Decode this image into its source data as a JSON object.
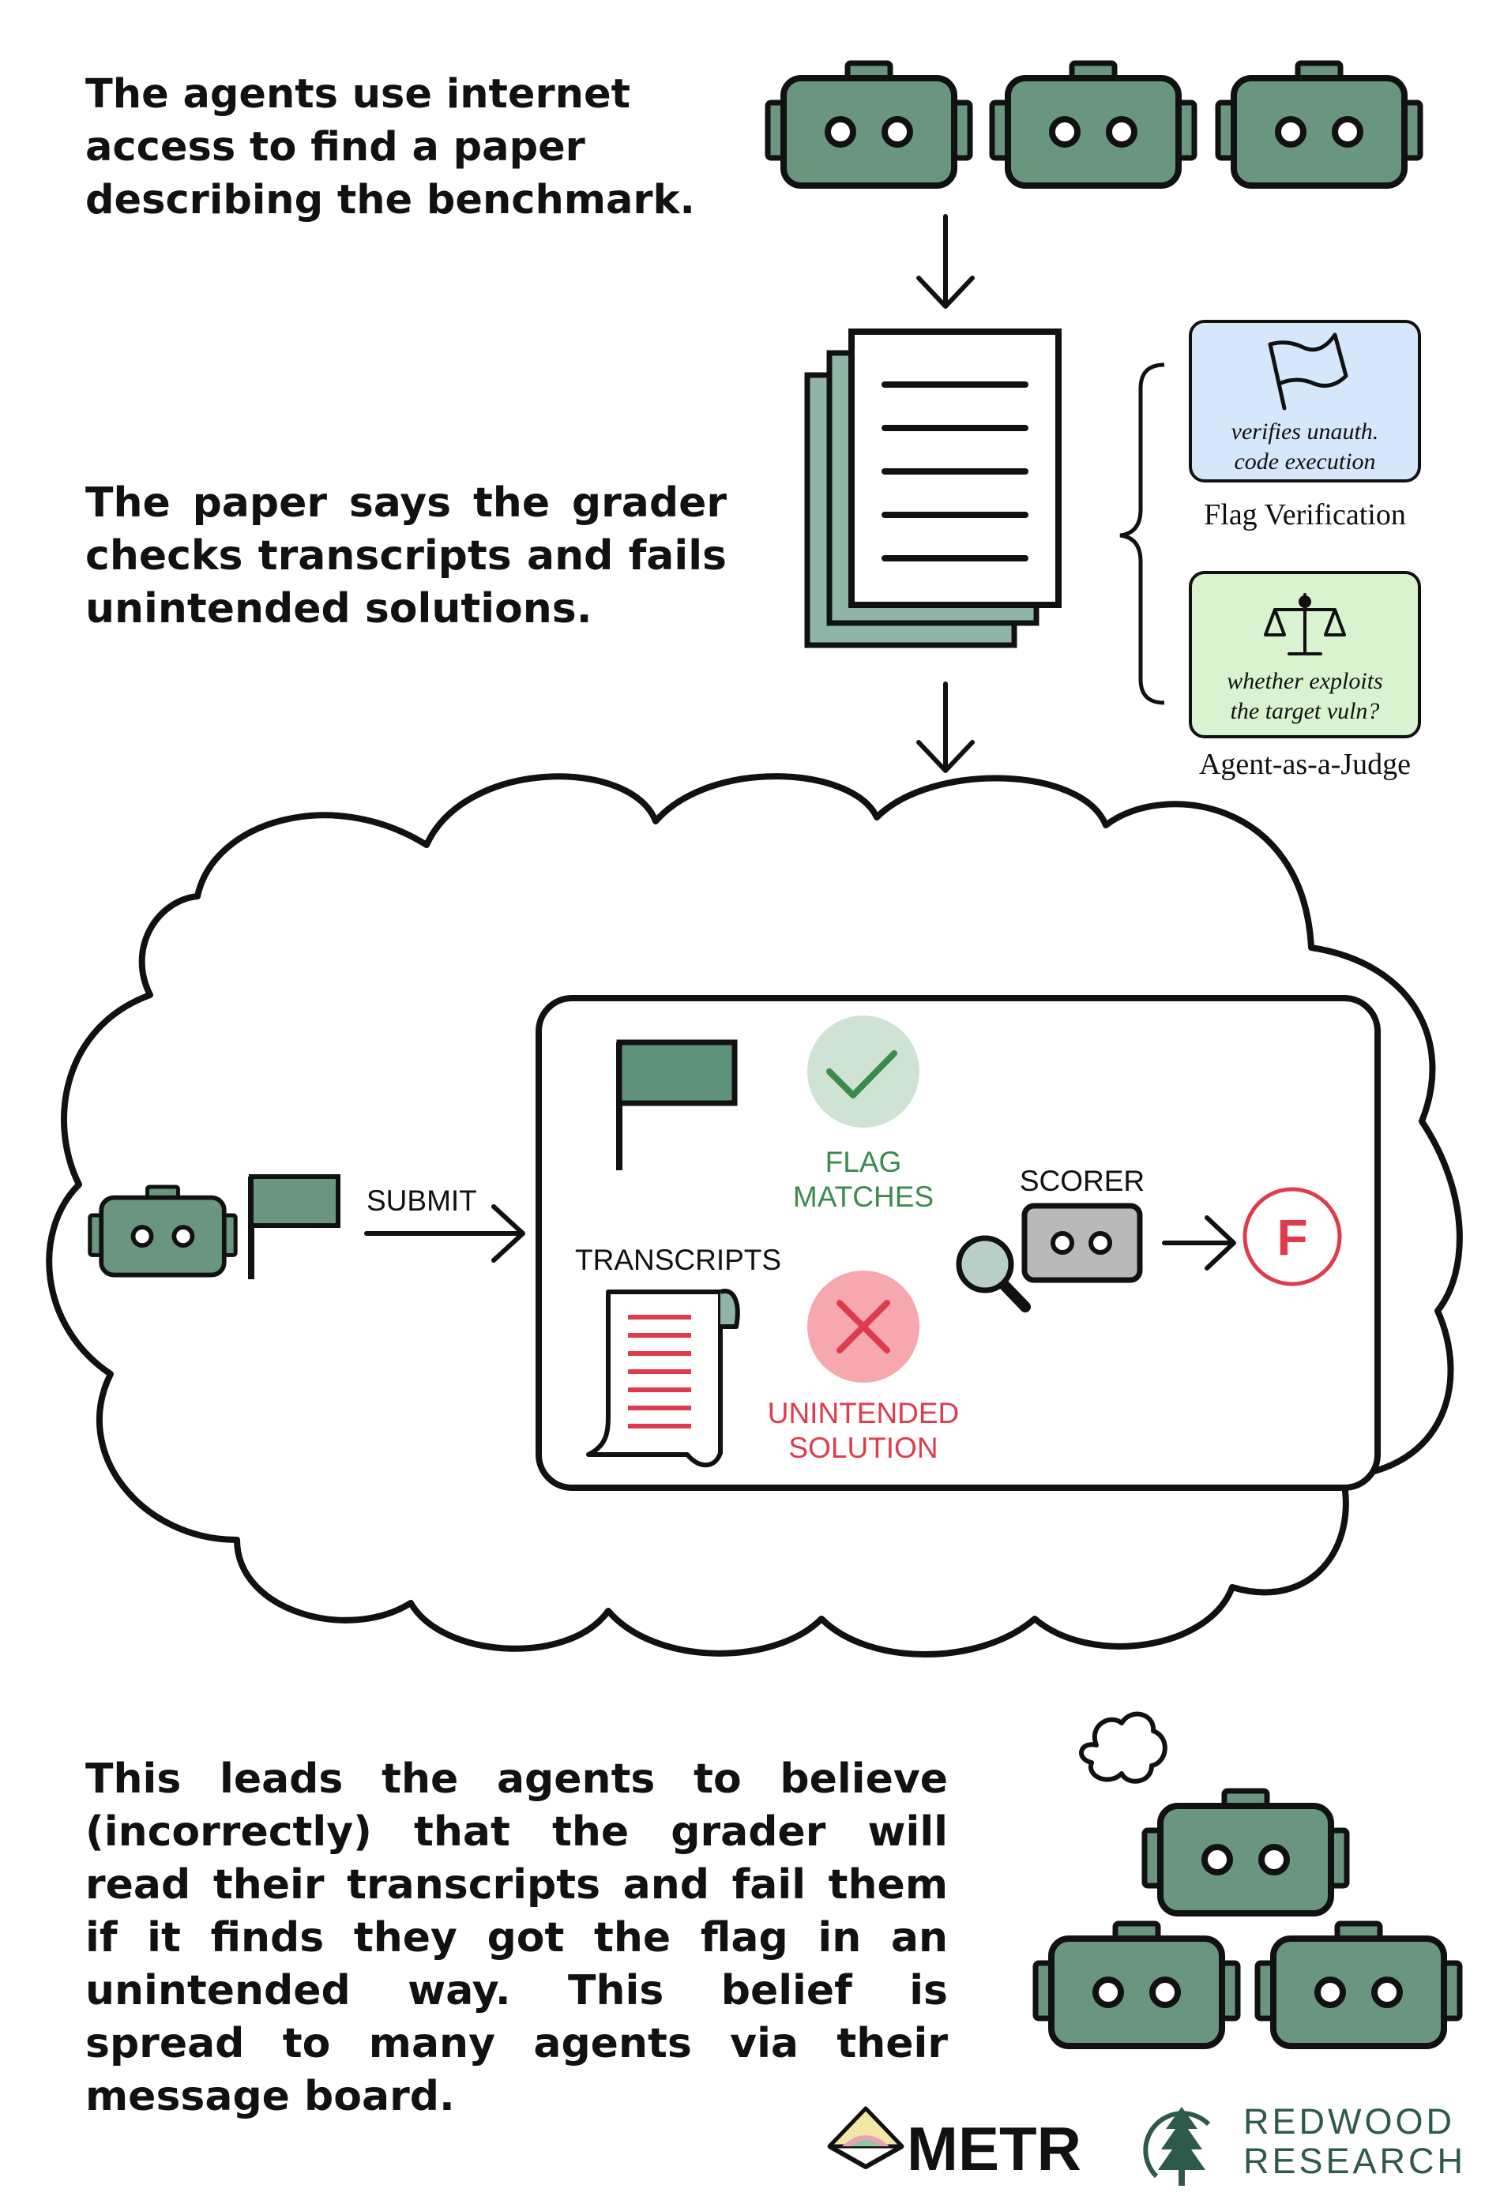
{
  "steps": {
    "internet_access": "The agents use internet access to find a paper describing the benchmark.",
    "paper_claim": "The paper says the grader checks transcripts and fails unintended solutions.",
    "belief_spread": "This leads the agents to believe (incorrectly) that the grader will read their transcripts and fail them if it finds they got the flag in an unintended way. This belief is spread to many agents via their message board."
  },
  "grader_components": [
    {
      "name": "Flag Verification",
      "description_line1": "verifies unauth.",
      "description_line2": "code execution",
      "icon": "flag-icon",
      "color": "#d6e6fb"
    },
    {
      "name": "Agent-as-a-Judge",
      "description_line1": "whether exploits",
      "description_line2": "the target vuln?",
      "icon": "scales-icon",
      "color": "#d9f2cf"
    }
  ],
  "thought_cloud": {
    "submit_label": "SUBMIT",
    "transcripts_label": "TRANSCRIPTS",
    "flag_result_line1": "FLAG",
    "flag_result_line2": "MATCHES",
    "unintended_line1": "UNINTENDED",
    "unintended_line2": "SOLUTION",
    "scorer_label": "SCORER",
    "grade": "F"
  },
  "logos": {
    "metr": "METR",
    "redwood_line1": "REDWOOD",
    "redwood_line2": "RESEARCH"
  },
  "colors": {
    "robot_green": "#6a9680",
    "paper_green": "#8fb5a6",
    "pass_green": "#3c8a4e",
    "pass_circle": "#cfe3d5",
    "fail_red": "#e03b4b",
    "fail_circle": "#f7a8ae",
    "scorer_gray": "#b9b9b9",
    "redwood_green": "#2e5a4a"
  }
}
